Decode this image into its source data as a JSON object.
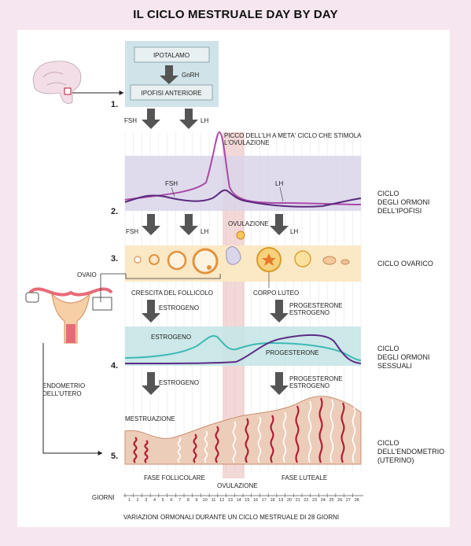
{
  "title": "IL CICLO MESTRUALE DAY BY DAY",
  "steps": [
    "1.",
    "2.",
    "3.",
    "4.",
    "5."
  ],
  "hormones": {
    "ipotalamo": "IPOTALAMO",
    "gnrh": "GnRH",
    "ipofisi": "IPOFISI ANTERIORE",
    "fsh": "FSH",
    "lh": "LH",
    "estrogeno": "ESTROGENO",
    "progesterone": "PROGESTERONE",
    "picco_line1": "PICCO DELL'LH A META' CICLO CHE STIMOLA",
    "picco_line2": "L'OVULAZIONE"
  },
  "ovary": {
    "ovaio": "OVAIO",
    "ovulazione": "OVULAZIONE",
    "crescita": "CRESCITA DEL FOLLICOLO",
    "corpo_luteo": "CORPO LUTEO"
  },
  "section_labels": {
    "ormoni_ipofisi": [
      "CICLO",
      "DEGLI ORMONI",
      "DELL'IPOFISI"
    ],
    "ovarico": [
      "CICLO OVARICO"
    ],
    "ormoni_sessuali": [
      "CICLO",
      "DEGLI ORMONI",
      "SESSUALI"
    ],
    "endometrio": [
      "CICLO",
      "DELL'ENDOMETRIO",
      "(UTERINO)"
    ]
  },
  "uterus": {
    "endometrio_line1": "ENDOMETRIO",
    "endometrio_line2": "DELL'UTERO"
  },
  "arrow_labels": {
    "prog_line1": "PROGESTERONE",
    "prog_line2": "ESTROGENO"
  },
  "endometrium": {
    "mestruazione": "MESTRUAZIONE",
    "fase_follicolare": "FASE FOLLICOLARE",
    "ovulazione": "OVULAZIONE",
    "fase_luteale": "FASE LUTEALE"
  },
  "axis": {
    "label": "GIORNI",
    "days": [
      "1",
      "2",
      "3",
      "4",
      "5",
      "6",
      "7",
      "8",
      "9",
      "10",
      "11",
      "12",
      "13",
      "14",
      "15",
      "16",
      "17",
      "18",
      "19",
      "20",
      "21",
      "22",
      "23",
      "24",
      "25",
      "26",
      "27",
      "28"
    ]
  },
  "caption": "VARIAZIONI ORMONALI DURANTE UN CICLO MESTRUALE DI 28 GIORNI",
  "colors": {
    "background": "#f6e6f0",
    "hypo_box": "#cfe3e8",
    "pituitary_band": "#d9d5ea",
    "ovary_band": "#fbe8c4",
    "sex_band": "#c6e6e5",
    "ovulation_band": "#e9b8b8",
    "lh_curve": "#a94aa6",
    "fsh_curve": "#5a2a7e",
    "estrogen_curve": "#3db9b4",
    "progesterone_curve": "#5b2c86",
    "arrow": "#555555",
    "endometrium": "#eccdb9",
    "blood": "#b31c36"
  }
}
